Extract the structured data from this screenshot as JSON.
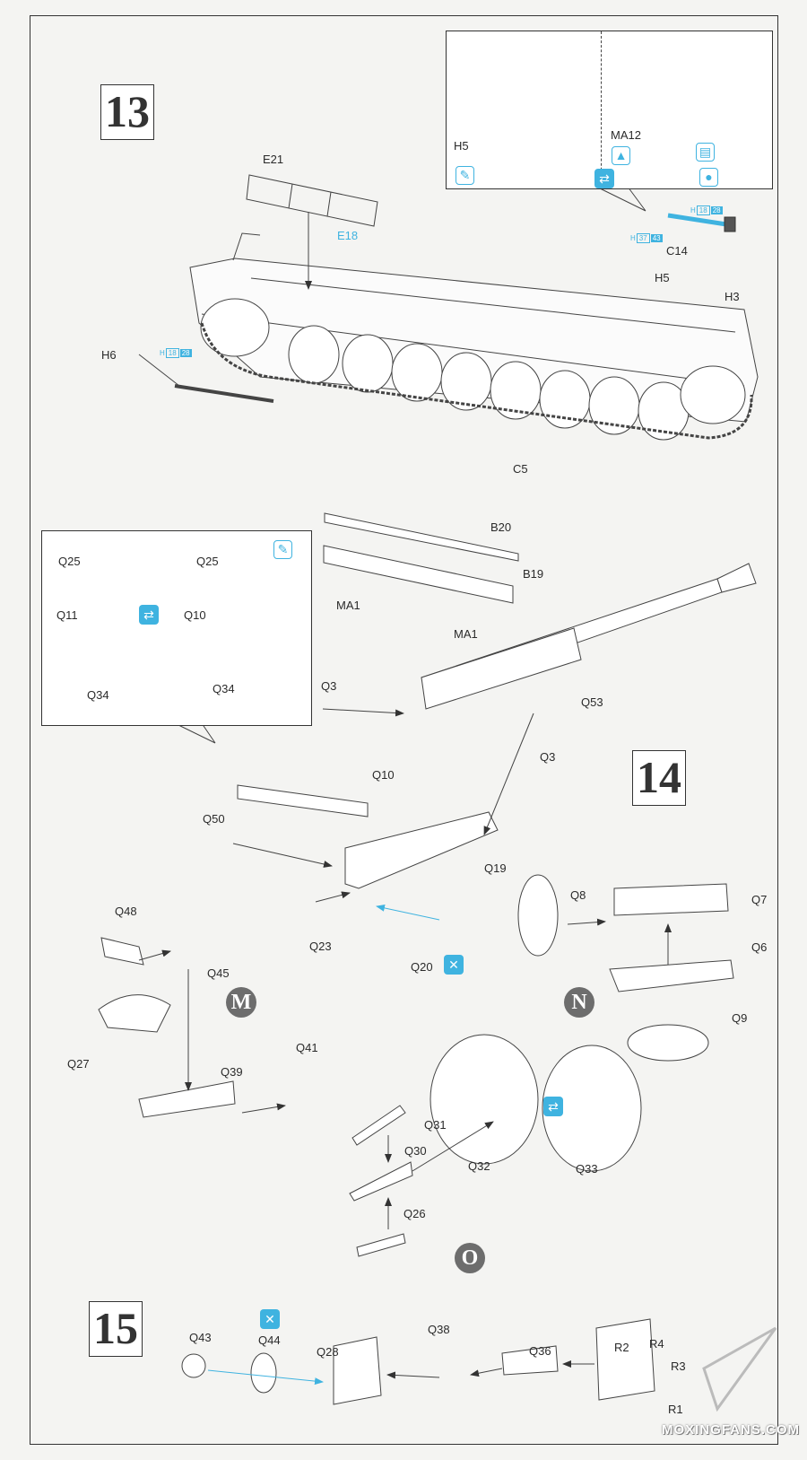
{
  "steps": [
    {
      "number": "13"
    },
    {
      "number": "14"
    },
    {
      "number": "15"
    }
  ],
  "sub_steps": [
    "M",
    "N",
    "O"
  ],
  "step13": {
    "labels": {
      "e21": "E21",
      "e18": "E18",
      "h6": "H6",
      "c14": "C14",
      "h5": "H5",
      "h3": "H3",
      "c5": "C5",
      "b20": "B20",
      "b19": "B19",
      "ma1_a": "MA1",
      "ma1_b": "MA1"
    },
    "paint_refs": {
      "h6": {
        "prefix": "H",
        "a": "18",
        "b": "28"
      },
      "c14_top": {
        "prefix": "H",
        "a": "18",
        "b": "28"
      },
      "c14_left": {
        "prefix": "H",
        "a": "37",
        "b": "43"
      }
    },
    "top_inset": {
      "labels": {
        "h5": "H5",
        "ma12": "MA12"
      },
      "icons": [
        "paint-brush-icon",
        "flip-side-icon",
        "raise-icon",
        "etch-texture-icon",
        "glue-drop-icon"
      ]
    },
    "left_inset": {
      "labels": {
        "q25_a": "Q25",
        "q25_b": "Q25",
        "q11": "Q11",
        "q10": "Q10",
        "q34_a": "Q34",
        "q34_b": "Q34"
      },
      "icons": [
        "flip-side-icon",
        "paint-brush-icon"
      ]
    }
  },
  "step14": {
    "labels": {
      "q3_a": "Q3",
      "q3_b": "Q3",
      "q53": "Q53",
      "q10": "Q10",
      "q50": "Q50",
      "q19": "Q19",
      "q23": "Q23",
      "q20": "Q20",
      "q8": "Q8",
      "q7": "Q7",
      "q6": "Q6",
      "q9": "Q9",
      "q48": "Q48",
      "q45": "Q45",
      "q27": "Q27",
      "q39": "Q39",
      "q41": "Q41",
      "q31": "Q31",
      "q30": "Q30",
      "q32": "Q32",
      "q33": "Q33",
      "q26": "Q26"
    },
    "icons": [
      "do-not-glue-icon",
      "flip-side-icon"
    ]
  },
  "step15": {
    "labels": {
      "q43": "Q43",
      "q44": "Q44",
      "q28": "Q28",
      "q38": "Q38",
      "q36": "Q36",
      "r2": "R2",
      "r4": "R4",
      "r3": "R3",
      "r1": "R1"
    },
    "icons": [
      "do-not-glue-icon"
    ]
  },
  "watermark": "MOXINGFANS.COM",
  "colors": {
    "accent": "#3fb3e0",
    "ink": "#333333",
    "badge": "#6d6d6d"
  }
}
